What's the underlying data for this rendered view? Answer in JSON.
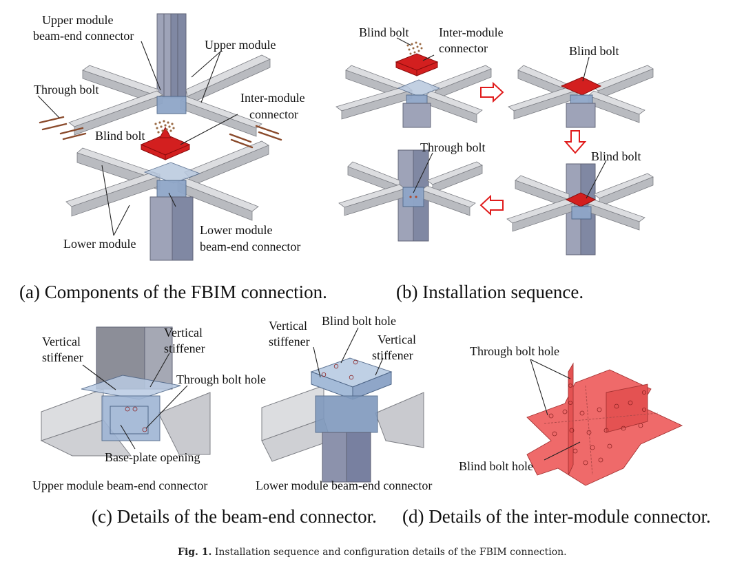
{
  "panel_a": {
    "labels": {
      "upper_beam_end_connector_1": "Upper module",
      "upper_beam_end_connector_2": "beam-end connector",
      "upper_module": "Upper module",
      "through_bolt": "Through bolt",
      "inter_module_connector_1": "Inter-module",
      "inter_module_connector_2": "connector",
      "blind_bolt": "Blind bolt",
      "lower_beam_end_connector_1": "Lower module",
      "lower_beam_end_connector_2": "beam-end connector",
      "lower_module": "Lower module"
    },
    "title": "(a) Components of the FBIM connection."
  },
  "panel_b": {
    "labels": {
      "blind_bolt_1": "Blind bolt",
      "inter_module_connector_1": "Inter-module",
      "inter_module_connector_2": "connector",
      "blind_bolt_2": "Blind bolt",
      "through_bolt": "Through bolt",
      "blind_bolt_3": "Blind bolt"
    },
    "title": "(b) Installation sequence."
  },
  "panel_c": {
    "labels": {
      "vertical_stiffener_1a": "Vertical",
      "vertical_stiffener_1b": "stiffener",
      "vertical_stiffener_2a": "Vertical",
      "vertical_stiffener_2b": "stiffener",
      "through_bolt_hole": "Through bolt hole",
      "base_plate_opening": "Base-plate opening",
      "vertical_stiffener_3a": "Vertical",
      "vertical_stiffener_3b": "stiffener",
      "blind_bolt_hole": "Blind bolt hole",
      "vertical_stiffener_4a": "Vertical",
      "vertical_stiffener_4b": "stiffener"
    },
    "sub_left": "Upper module beam-end connector",
    "sub_right": "Lower module beam-end connector",
    "title": "(c) Details of the beam-end connector."
  },
  "panel_d": {
    "labels": {
      "through_bolt_hole": "Through bolt hole",
      "blind_bolt_hole": "Blind bolt hole"
    },
    "title": "(d) Details of the inter-module connector."
  },
  "figure_caption": {
    "fig_label": "Fig. 1.",
    "text": " Installation sequence and configuration details of the FBIM connection."
  }
}
